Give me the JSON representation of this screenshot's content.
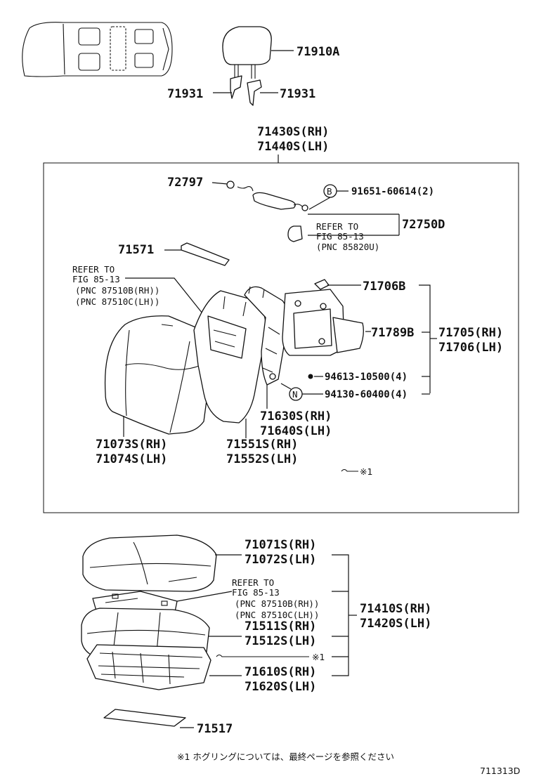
{
  "diagram": {
    "headrest": {
      "part": "71910A",
      "guide_left": "71931",
      "guide_right": "71931"
    },
    "back_assembly": {
      "rh": "71430S(RH)",
      "lh": "71440S(LH)"
    },
    "back_parts": {
      "p72797": "72797",
      "bolt_b_marker": "B",
      "bolt_b": "91651-60614(2)",
      "p72750d": "72750D",
      "refer_top": {
        "line1": "REFER TO",
        "line2": "FIG 85-13",
        "line3": "(PNC 85820U)"
      },
      "p71571": "71571",
      "refer_left": {
        "line1": "REFER TO",
        "line2": "FIG 85-13",
        "line3": "(PNC 87510B(RH))",
        "line4": "(PNC 87510C(LH))"
      },
      "p71706b": "71706B",
      "p71789b": "71789B",
      "board_rh": "71705(RH)",
      "board_lh": "71706(LH)",
      "clip": "94613-10500(4)",
      "nut_n_marker": "N",
      "nut_n": "94130-60400(4)",
      "frame_rh": "71630S(RH)",
      "frame_lh": "71640S(LH)",
      "cover_rh": "71073S(RH)",
      "cover_lh": "71074S(LH)",
      "pad_rh": "71551S(RH)",
      "pad_lh": "71552S(LH)",
      "hog_ring_note": "※1"
    },
    "cushion_parts": {
      "cover_rh": "71071S(RH)",
      "cover_lh": "71072S(LH)",
      "refer": {
        "line1": "REFER TO",
        "line2": "FIG 85-13",
        "line3": "(PNC 87510B(RH))",
        "line4": "(PNC 87510C(LH))"
      },
      "assy_rh": "71410S(RH)",
      "assy_lh": "71420S(LH)",
      "pad_rh": "71511S(RH)",
      "pad_lh": "71512S(LH)",
      "hog_ring_note": "※1",
      "frame_rh": "71610S(RH)",
      "frame_lh": "71620S(LH)",
      "protector": "71517"
    },
    "footnote": "※1  ホグリングについては、最終ページを参照ください",
    "figure_id": "711313D"
  }
}
